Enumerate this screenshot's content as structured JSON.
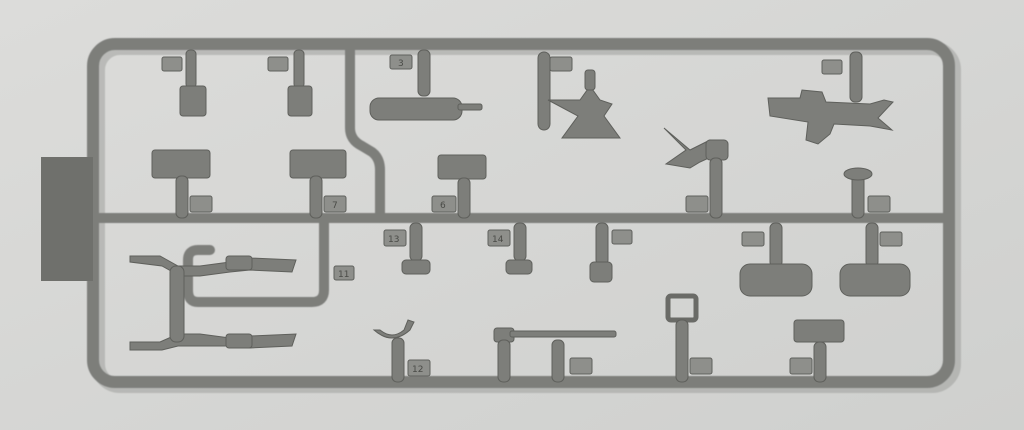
{
  "photo": {
    "subject_colors": {
      "background": "#d6d6d4",
      "plastic": "#7d7e7a",
      "plastic_dark": "#5f605c",
      "plastic_light": "#8e8f8b"
    },
    "part_numbers": [
      "3",
      "6",
      "7",
      "11",
      "12",
      "13",
      "14"
    ]
  }
}
